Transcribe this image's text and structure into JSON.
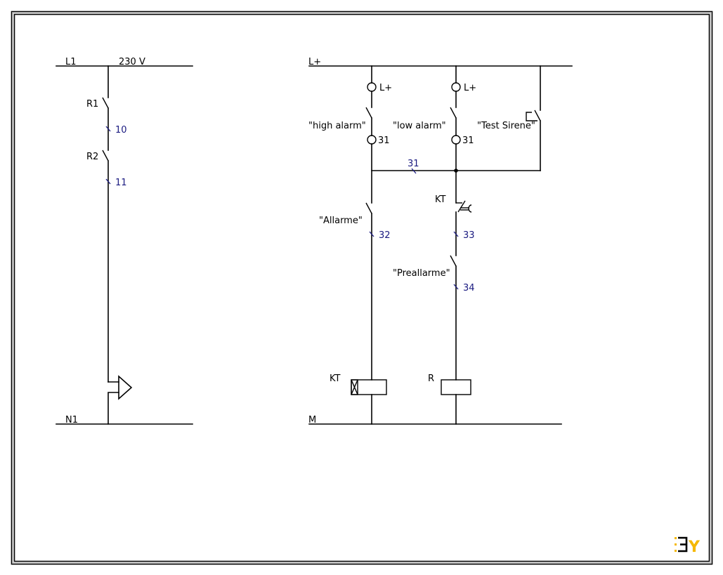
{
  "frame": {
    "logo_left": "Ʒ",
    "logo_right": "Y",
    "logo_colors": {
      "dots": "#f5b800",
      "mid": "#000000",
      "right": "#f5b800"
    }
  },
  "colors": {
    "wire": "#000000",
    "reference": "#1a1a80",
    "background": "#ffffff"
  },
  "circuit_230v": {
    "rail_top_label": "L1",
    "voltage_label": "230 V",
    "rail_bottom_label": "N1",
    "contacts": [
      {
        "name": "R1",
        "ref": "10"
      },
      {
        "name": "R2",
        "ref": "11"
      }
    ],
    "load": "siren"
  },
  "control_circuit": {
    "rail_top_label": "L+",
    "rail_bottom_label": "M",
    "terminal_labels": [
      "L+",
      "L+",
      "31",
      "31"
    ],
    "inputs": [
      {
        "label": "\"high alarm\""
      },
      {
        "label": "\"low alarm\""
      },
      {
        "label": "\"Test Sirene\""
      }
    ],
    "junction_ref": "31",
    "branch1": {
      "contact_label": "\"Allarme\"",
      "ref": "32",
      "coil_label": "KT"
    },
    "branch2": {
      "timer_contact_label": "KT",
      "timer_ref": "33",
      "contact_label": "\"Preallarme\"",
      "ref": "34",
      "coil_label": "R"
    }
  }
}
